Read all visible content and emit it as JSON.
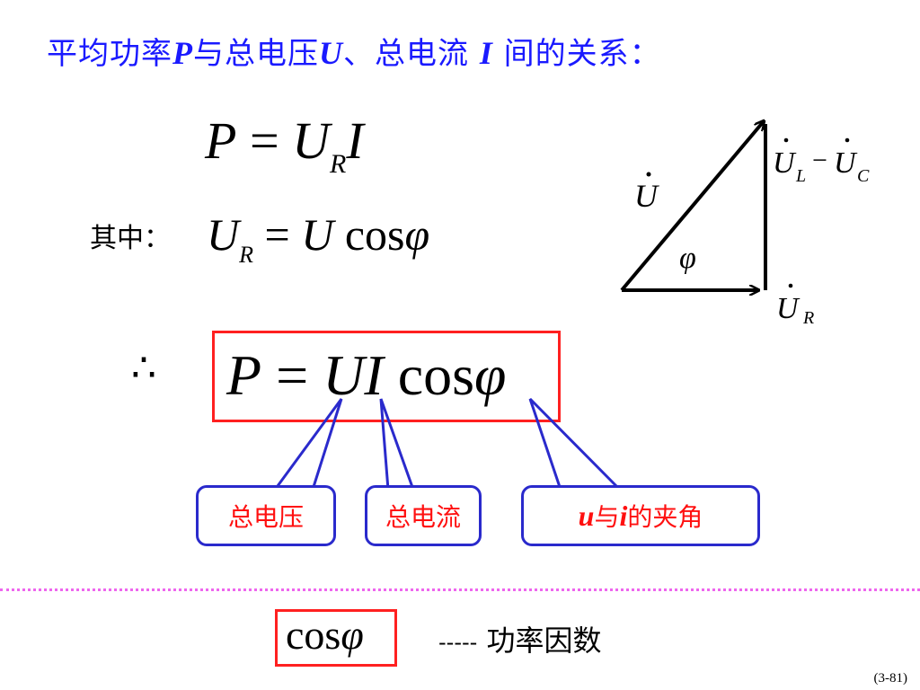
{
  "title": {
    "part1": "平均功率",
    "var_p": "P",
    "part2": "与总电压",
    "var_u": "U",
    "part3": "、总电流 ",
    "var_i": "I",
    "part4": " 间的关系："
  },
  "eq1": {
    "lhs": "P",
    "equals": " = ",
    "u": "U",
    "sub_r": "R",
    "i": "I"
  },
  "eq2": {
    "prefix": "其中：",
    "u": "U",
    "sub_r": "R",
    "equals": " = ",
    "u2": "U",
    "cos": " cos",
    "phi": "φ"
  },
  "therefore": "∴",
  "eq_main": {
    "lhs": "P",
    "equals": " = ",
    "ui": "UI",
    "cos": " cos",
    "phi": "φ"
  },
  "callouts": {
    "voltage": "总电压",
    "current": "总电流",
    "angle_u": "u",
    "angle_mid": " 与 ",
    "angle_i": "i",
    "angle_tail": " 的夹角"
  },
  "phasor": {
    "hypotenuse_label": "U",
    "vertical_label": "U",
    "vertical_sub_l": "L",
    "minus": "−",
    "vertical_label2": "U",
    "vertical_sub_c": "C",
    "horizontal_label": "U",
    "horizontal_sub_r": "R",
    "angle": "φ"
  },
  "footer": {
    "cos": "cos",
    "phi": "φ",
    "dashes": "-----",
    "meaning": " 功率因数"
  },
  "page_number": "(3-81)",
  "colors": {
    "title_blue": "#1a1aff",
    "box_red": "#ff2020",
    "callout_border": "#2a2acc",
    "callout_text": "#ff1010",
    "divider_pink": "#ee66ee"
  }
}
